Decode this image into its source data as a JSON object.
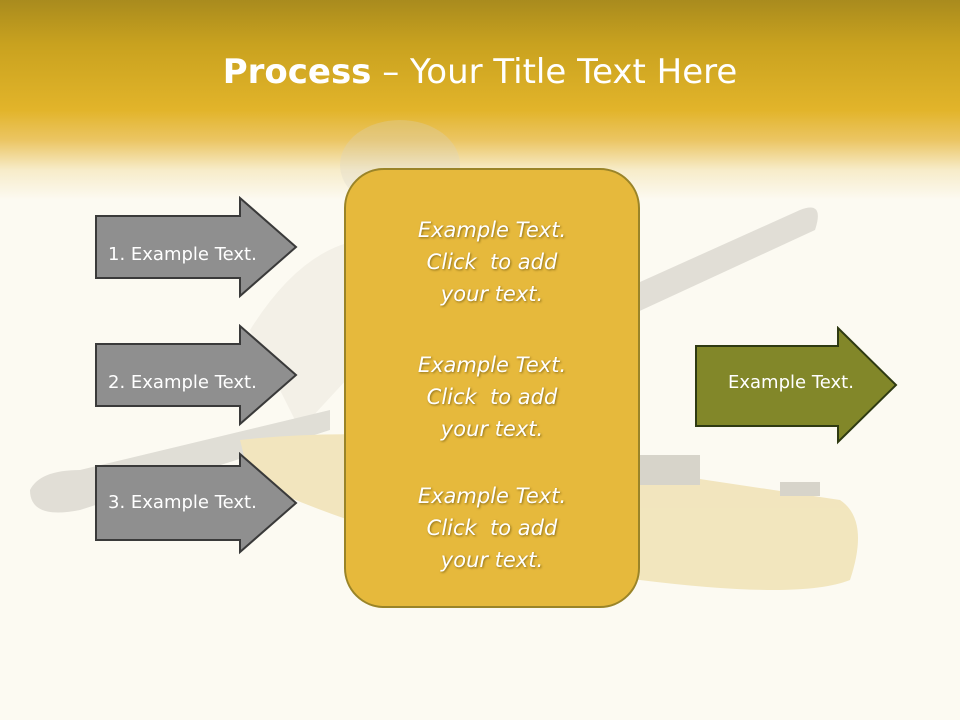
{
  "title": {
    "bold": "Process",
    "rest": " – Your Title Text Here"
  },
  "left_arrows": [
    {
      "label": "1. Example Text."
    },
    {
      "label": "2. Example Text."
    },
    {
      "label": "3. Example Text."
    }
  ],
  "center_paragraphs": [
    {
      "lines": [
        "Example Text.",
        "Click  to add",
        "your text."
      ]
    },
    {
      "lines": [
        "Example Text.",
        "Click  to add",
        "your text."
      ]
    },
    {
      "lines": [
        "Example Text.",
        "Click  to add",
        "your text."
      ]
    }
  ],
  "right_arrow": {
    "label": "Example Text."
  },
  "colors": {
    "header": "#e2b42a",
    "gray_arrow": "#8f8f8f",
    "green_arrow": "#828729",
    "center_box": "#e6b93c"
  }
}
